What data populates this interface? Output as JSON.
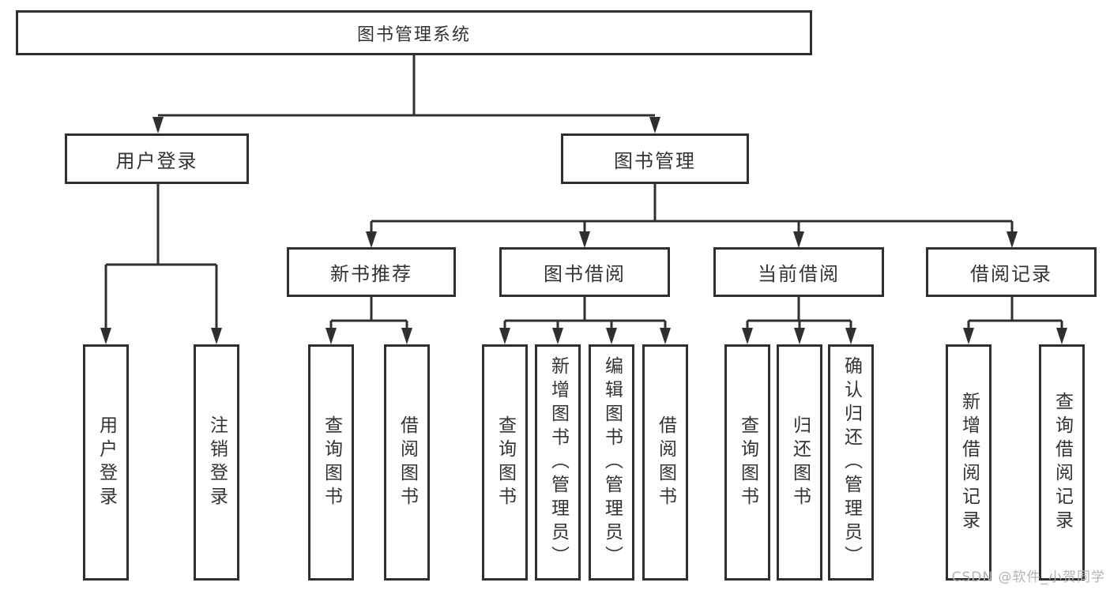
{
  "diagram": {
    "title": "图书管理系统",
    "branches": [
      {
        "label": "用户登录",
        "children": [
          {
            "label": "用户登录"
          },
          {
            "label": "注销登录"
          }
        ]
      },
      {
        "label": "图书管理",
        "children": [
          {
            "label": "新书推荐",
            "children": [
              {
                "label": "查询图书"
              },
              {
                "label": "借阅图书"
              }
            ]
          },
          {
            "label": "图书借阅",
            "children": [
              {
                "label": "查询图书"
              },
              {
                "label": "新增图书（管理员）"
              },
              {
                "label": "编辑图书（管理员）"
              },
              {
                "label": "借阅图书"
              }
            ]
          },
          {
            "label": "当前借阅",
            "children": [
              {
                "label": "查询图书"
              },
              {
                "label": "归还图书"
              },
              {
                "label": "确认归还（管理员）"
              }
            ]
          },
          {
            "label": "借阅记录",
            "children": [
              {
                "label": "新增借阅记录"
              },
              {
                "label": "查询借阅记录"
              }
            ]
          }
        ]
      }
    ]
  },
  "watermark": "CSDN @软件_小贺同学",
  "colors": {
    "line": "#2f2f2f",
    "text": "#333333",
    "background": "#ffffff",
    "watermark": "#b3b3b3"
  }
}
